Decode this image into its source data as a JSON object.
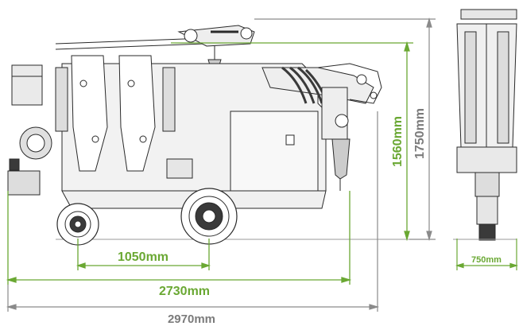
{
  "dimensions": {
    "wheelbase": "1050mm",
    "body_length": "2730mm",
    "overall_length": "2970mm",
    "height": "1560mm",
    "overall_height": "1750mm",
    "width": "750mm"
  },
  "colors": {
    "green": "#6aa833",
    "grey": "#7b7b7b",
    "machine_line": "#2a2a2a",
    "machine_fill": "#f4f4f4",
    "dark_part": "#3a3a3a"
  }
}
